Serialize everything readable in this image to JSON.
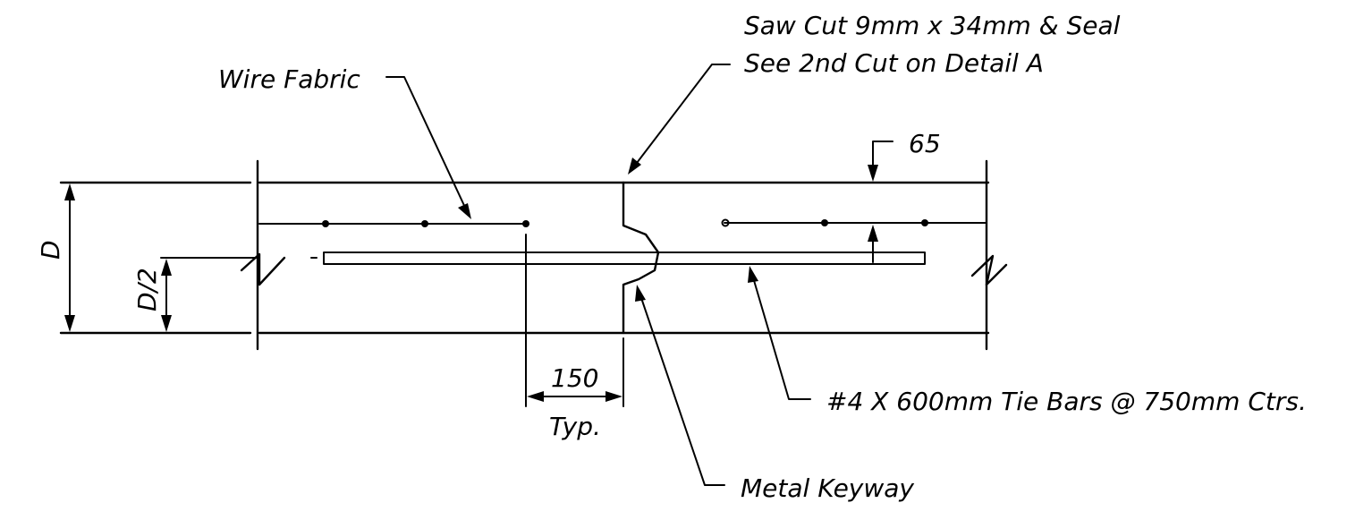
{
  "labels": {
    "saw_cut_line1": "Saw Cut 9mm x 34mm & Seal",
    "saw_cut_line2": "See 2nd Cut on Detail A",
    "wire_fabric": "Wire Fabric",
    "top_cover": "65",
    "depth": "D",
    "half_depth": "D/2",
    "spacing": "150",
    "spacing_note": "Typ.",
    "tie_bars": "#4 X 600mm Tie Bars @ 750mm Ctrs.",
    "keyway": "Metal Keyway"
  }
}
